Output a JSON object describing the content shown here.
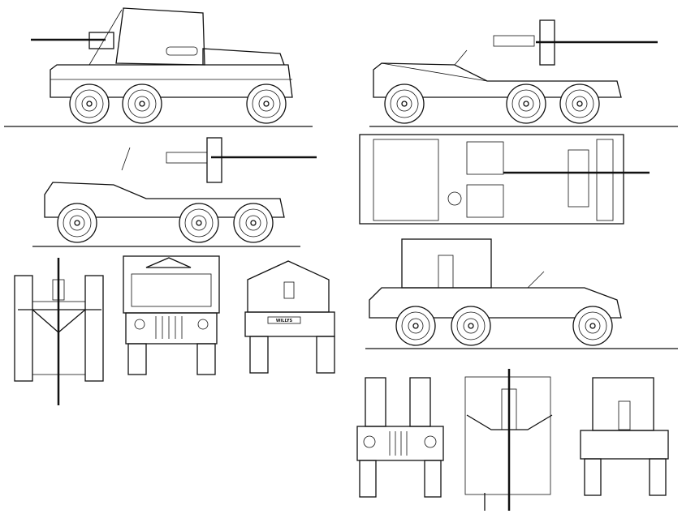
{
  "drawing": {
    "line_color": "#111111",
    "background": "#ffffff",
    "rear_plate_lettering": "WILLYS",
    "views": [
      {
        "name": "side-view-armored-left"
      },
      {
        "name": "side-view-open-right"
      },
      {
        "name": "side-view-open-left"
      },
      {
        "name": "top-view"
      },
      {
        "name": "side-view-shielded-right"
      },
      {
        "name": "rear-view-gun"
      },
      {
        "name": "front-view-covered"
      },
      {
        "name": "rear-view-covered"
      },
      {
        "name": "front-view-open"
      },
      {
        "name": "top-view-gun"
      },
      {
        "name": "rear-view-open"
      }
    ]
  }
}
